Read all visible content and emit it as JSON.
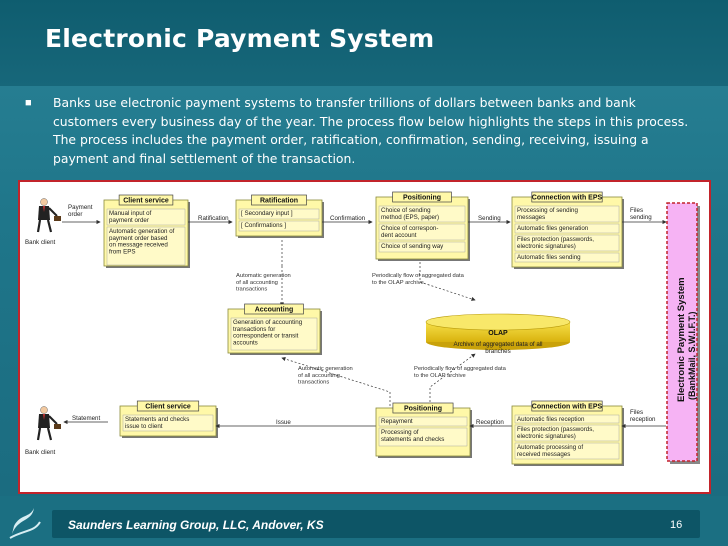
{
  "slide": {
    "title": "Electronic Payment System",
    "body": "Banks use electronic payment systems to transfer trillions of dollars between banks and bank customers every business day of the year.  The process flow below highlights the steps in this process.  The process includes the payment order, ratification, confirmation, sending, receiving, issuing a payment and final settlement of the transaction.",
    "footer": "Saunders Learning Group, LLC, Andover, KS",
    "page_number": "16"
  },
  "diagram": {
    "bank_client_top": "Bank client",
    "bank_client_bottom": "Bank client",
    "payment_order": [
      "Payment",
      "order"
    ],
    "statement": "Statement",
    "edges": {
      "ratification": "Ratification",
      "confirmation": "Confirmation",
      "sending": "Sending",
      "files_sending": [
        "Files",
        "sending"
      ],
      "reception_left": "Reception",
      "reception_right": [
        "Files",
        "reception"
      ],
      "issue": "Issue"
    },
    "client_service_top": {
      "title": "Client service",
      "items": [
        [
          "Manual input of",
          "payment order"
        ],
        [
          "Automatic generation of",
          "payment order based",
          "on message received",
          "from EPS"
        ]
      ]
    },
    "ratification_box": {
      "title": "Ratification",
      "items": [
        [
          "[ Secondary input ]"
        ],
        [
          "[ Confirmations ]"
        ]
      ]
    },
    "positioning_top": {
      "title": "Positioning",
      "items": [
        [
          "Choice of sending",
          "method (EPS, paper)"
        ],
        [
          "Choice of correspon-",
          "dent account"
        ],
        [
          "Choice of sending way"
        ]
      ]
    },
    "connection_top": {
      "title": "Connection with EPS",
      "items": [
        [
          "Processing of sending",
          "messages"
        ],
        [
          "Automatic files generation"
        ],
        [
          "Files protection (passwords,",
          "electronic signatures)"
        ],
        [
          "Automatic files sending"
        ]
      ]
    },
    "accounting": {
      "title": "Accounting",
      "items": [
        [
          "Generation of accounting",
          "transactions for",
          "correspondent or transit",
          "accounts"
        ]
      ]
    },
    "olap": {
      "title": "OLAP",
      "subtitle": [
        "Archive of aggregated data of all",
        "branches"
      ]
    },
    "auto_gen_top": [
      "Automatic generation",
      "of all accounting",
      "transactions"
    ],
    "periodic_top": [
      "Periodically flow of aggregated data",
      "to the OLAP archive"
    ],
    "auto_gen_bottom": [
      "Automatic generation",
      "of all accounting",
      "transactions"
    ],
    "periodic_bottom": [
      "Periodically flow of aggregated data",
      "to the OLAP archive"
    ],
    "client_service_bottom": {
      "title": "Client service",
      "items": [
        [
          "Statements and checks",
          "issue to client"
        ]
      ]
    },
    "positioning_bottom": {
      "title": "Positioning",
      "items": [
        [
          "Repayment"
        ],
        [
          "Processing of",
          "statements and checks"
        ]
      ]
    },
    "connection_bottom": {
      "title": "Connection with EPS",
      "items": [
        [
          "Automatic files reception"
        ],
        [
          "Files protection (passwords,",
          "electronic signatures)"
        ],
        [
          "Automatic processing of",
          "received messages"
        ]
      ]
    },
    "eps": [
      "Electronic Payment System",
      "(BankMail, S.W.I.F.T.)"
    ]
  },
  "colors": {
    "box_fill": "#fff8a8",
    "box_item": "#fffac8",
    "box_border": "#8a8a3a",
    "eps_fill": "#f6b3f4",
    "frame": "#c2242b"
  }
}
